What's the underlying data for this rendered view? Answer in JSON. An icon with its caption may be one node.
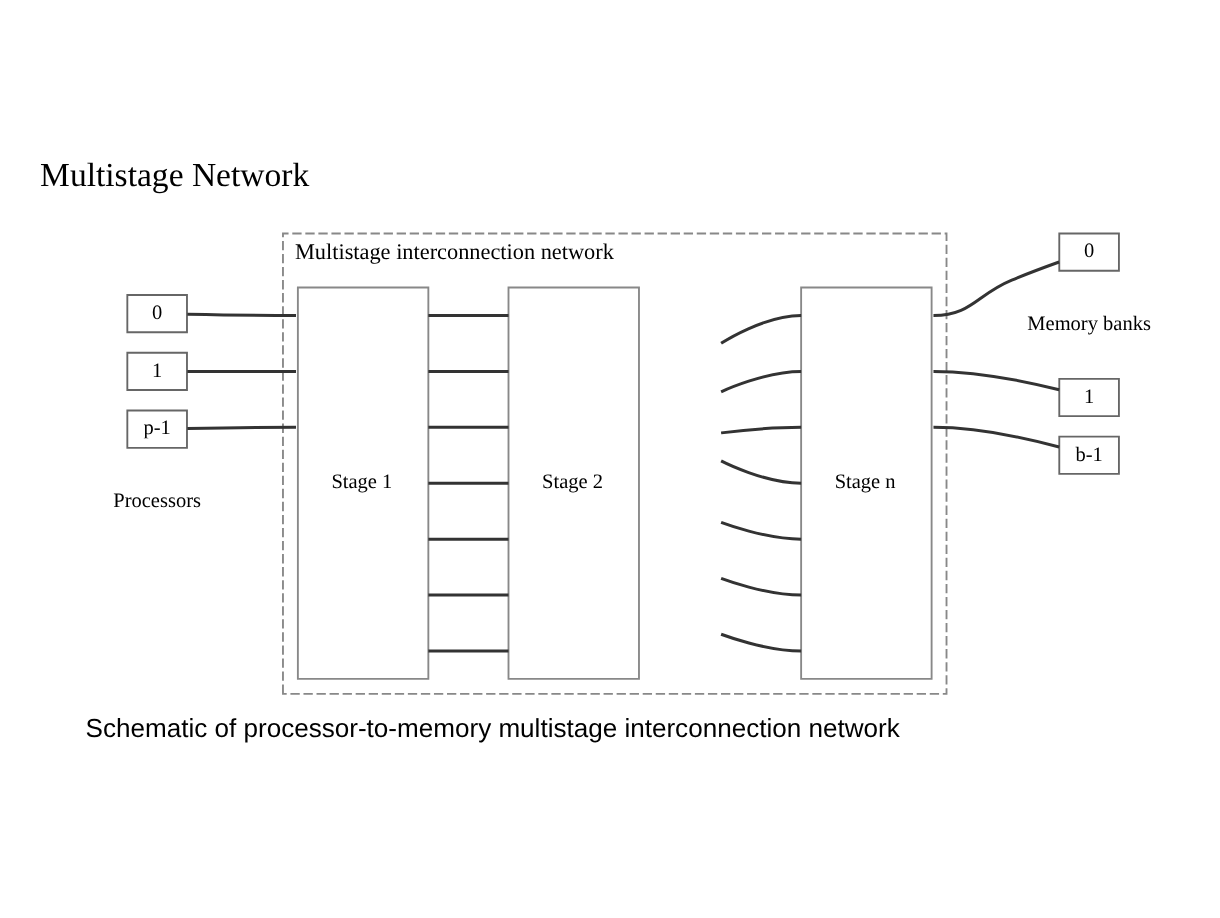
{
  "diagram": {
    "title": "Multistage Network",
    "caption": "Schematic of processor-to-memory multistage interconnection network",
    "nodes": [
      {
        "text": [
          "Multistage interconnection network"
        ]
      },
      {
        "text": [
          "Stage 1"
        ],
        "in": 0
      },
      {
        "text": [
          "Stage 2"
        ],
        "in": 0
      },
      {
        "text": [
          "Stage n"
        ],
        "in": 0
      },
      {
        "text": [
          "0"
        ]
      },
      {
        "text": [
          "1"
        ]
      },
      {
        "text": [
          "p-1"
        ]
      },
      {
        "text": [
          "0"
        ]
      },
      {
        "text": [
          "1"
        ]
      },
      {
        "text": [
          "b-1"
        ]
      }
    ],
    "edges": [
      {
        "from": 4,
        "to": 1,
        "arrow": "none"
      },
      {
        "from": 5,
        "to": 1,
        "arrow": "none"
      },
      {
        "from": 6,
        "to": 1,
        "arrow": "none"
      },
      {
        "from": 1,
        "to": 2,
        "arrow": "none"
      },
      {
        "from": 1,
        "to": 2,
        "arrow": "none"
      },
      {
        "from": 1,
        "to": 2,
        "arrow": "none"
      },
      {
        "from": 1,
        "to": 2,
        "arrow": "none"
      },
      {
        "from": 1,
        "to": 2,
        "arrow": "none"
      },
      {
        "from": 1,
        "to": 2,
        "arrow": "none"
      },
      {
        "from": 1,
        "to": 2,
        "arrow": "none"
      },
      {
        "from": null,
        "to": 3,
        "arrow": "none"
      },
      {
        "from": null,
        "to": 3,
        "arrow": "none"
      },
      {
        "from": null,
        "to": 3,
        "arrow": "none"
      },
      {
        "from": null,
        "to": 3,
        "arrow": "none"
      },
      {
        "from": null,
        "to": 3,
        "arrow": "none"
      },
      {
        "from": null,
        "to": 3,
        "arrow": "none"
      },
      {
        "from": null,
        "to": 3,
        "arrow": "none"
      },
      {
        "from": 3,
        "to": 7,
        "arrow": "none"
      },
      {
        "from": 3,
        "to": 8,
        "arrow": "none"
      },
      {
        "from": 3,
        "to": 9,
        "arrow": "none"
      }
    ],
    "labels": [
      "Processors",
      "Memory banks"
    ]
  }
}
